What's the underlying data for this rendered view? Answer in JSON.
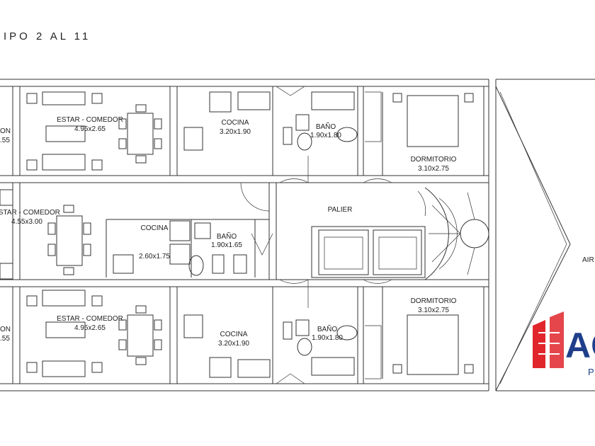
{
  "plan": {
    "title": "IPO 2 AL 11",
    "rooms": {
      "estar_top": {
        "name": "ESTAR - COMEDOR",
        "dims": "4.95x2.65"
      },
      "cocina_top": {
        "name": "COCINA",
        "dims": "3.20x1.90"
      },
      "bano_top": {
        "name": "BAÑO",
        "dims": "1.90x1.80"
      },
      "dorm_top": {
        "name": "DORMITORIO",
        "dims": "3.10x2.75"
      },
      "estar_mid": {
        "name": "ESTAR - COMEDOR",
        "dims": "4.55x3.00"
      },
      "cocina_mid": {
        "name": "COCINA",
        "dims": "2.60x1.75"
      },
      "bano_mid": {
        "name": "BAÑO",
        "dims": "1.90x1.65"
      },
      "palier": {
        "name": "PALIER"
      },
      "estar_bot": {
        "name": "ESTAR - COMEDOR",
        "dims": "4.95x2.65"
      },
      "cocina_bot": {
        "name": "COCINA",
        "dims": "3.20x1.90"
      },
      "bano_bot": {
        "name": "BAÑO",
        "dims": "1.90x1.80"
      },
      "dorm_bot": {
        "name": "DORMITORIO",
        "dims": "3.10x2.75"
      },
      "aire_luz": {
        "name": "AIR"
      },
      "balcon_top": {
        "name": "ON",
        "dims": ".55"
      },
      "balcon_bot": {
        "name": "ON",
        "dims": ".55"
      }
    },
    "logo": {
      "text": "AC",
      "sub": "P"
    },
    "colors": {
      "line": "#333333",
      "logo_red": "#e0262b",
      "logo_blue": "#1f3f8a"
    }
  }
}
